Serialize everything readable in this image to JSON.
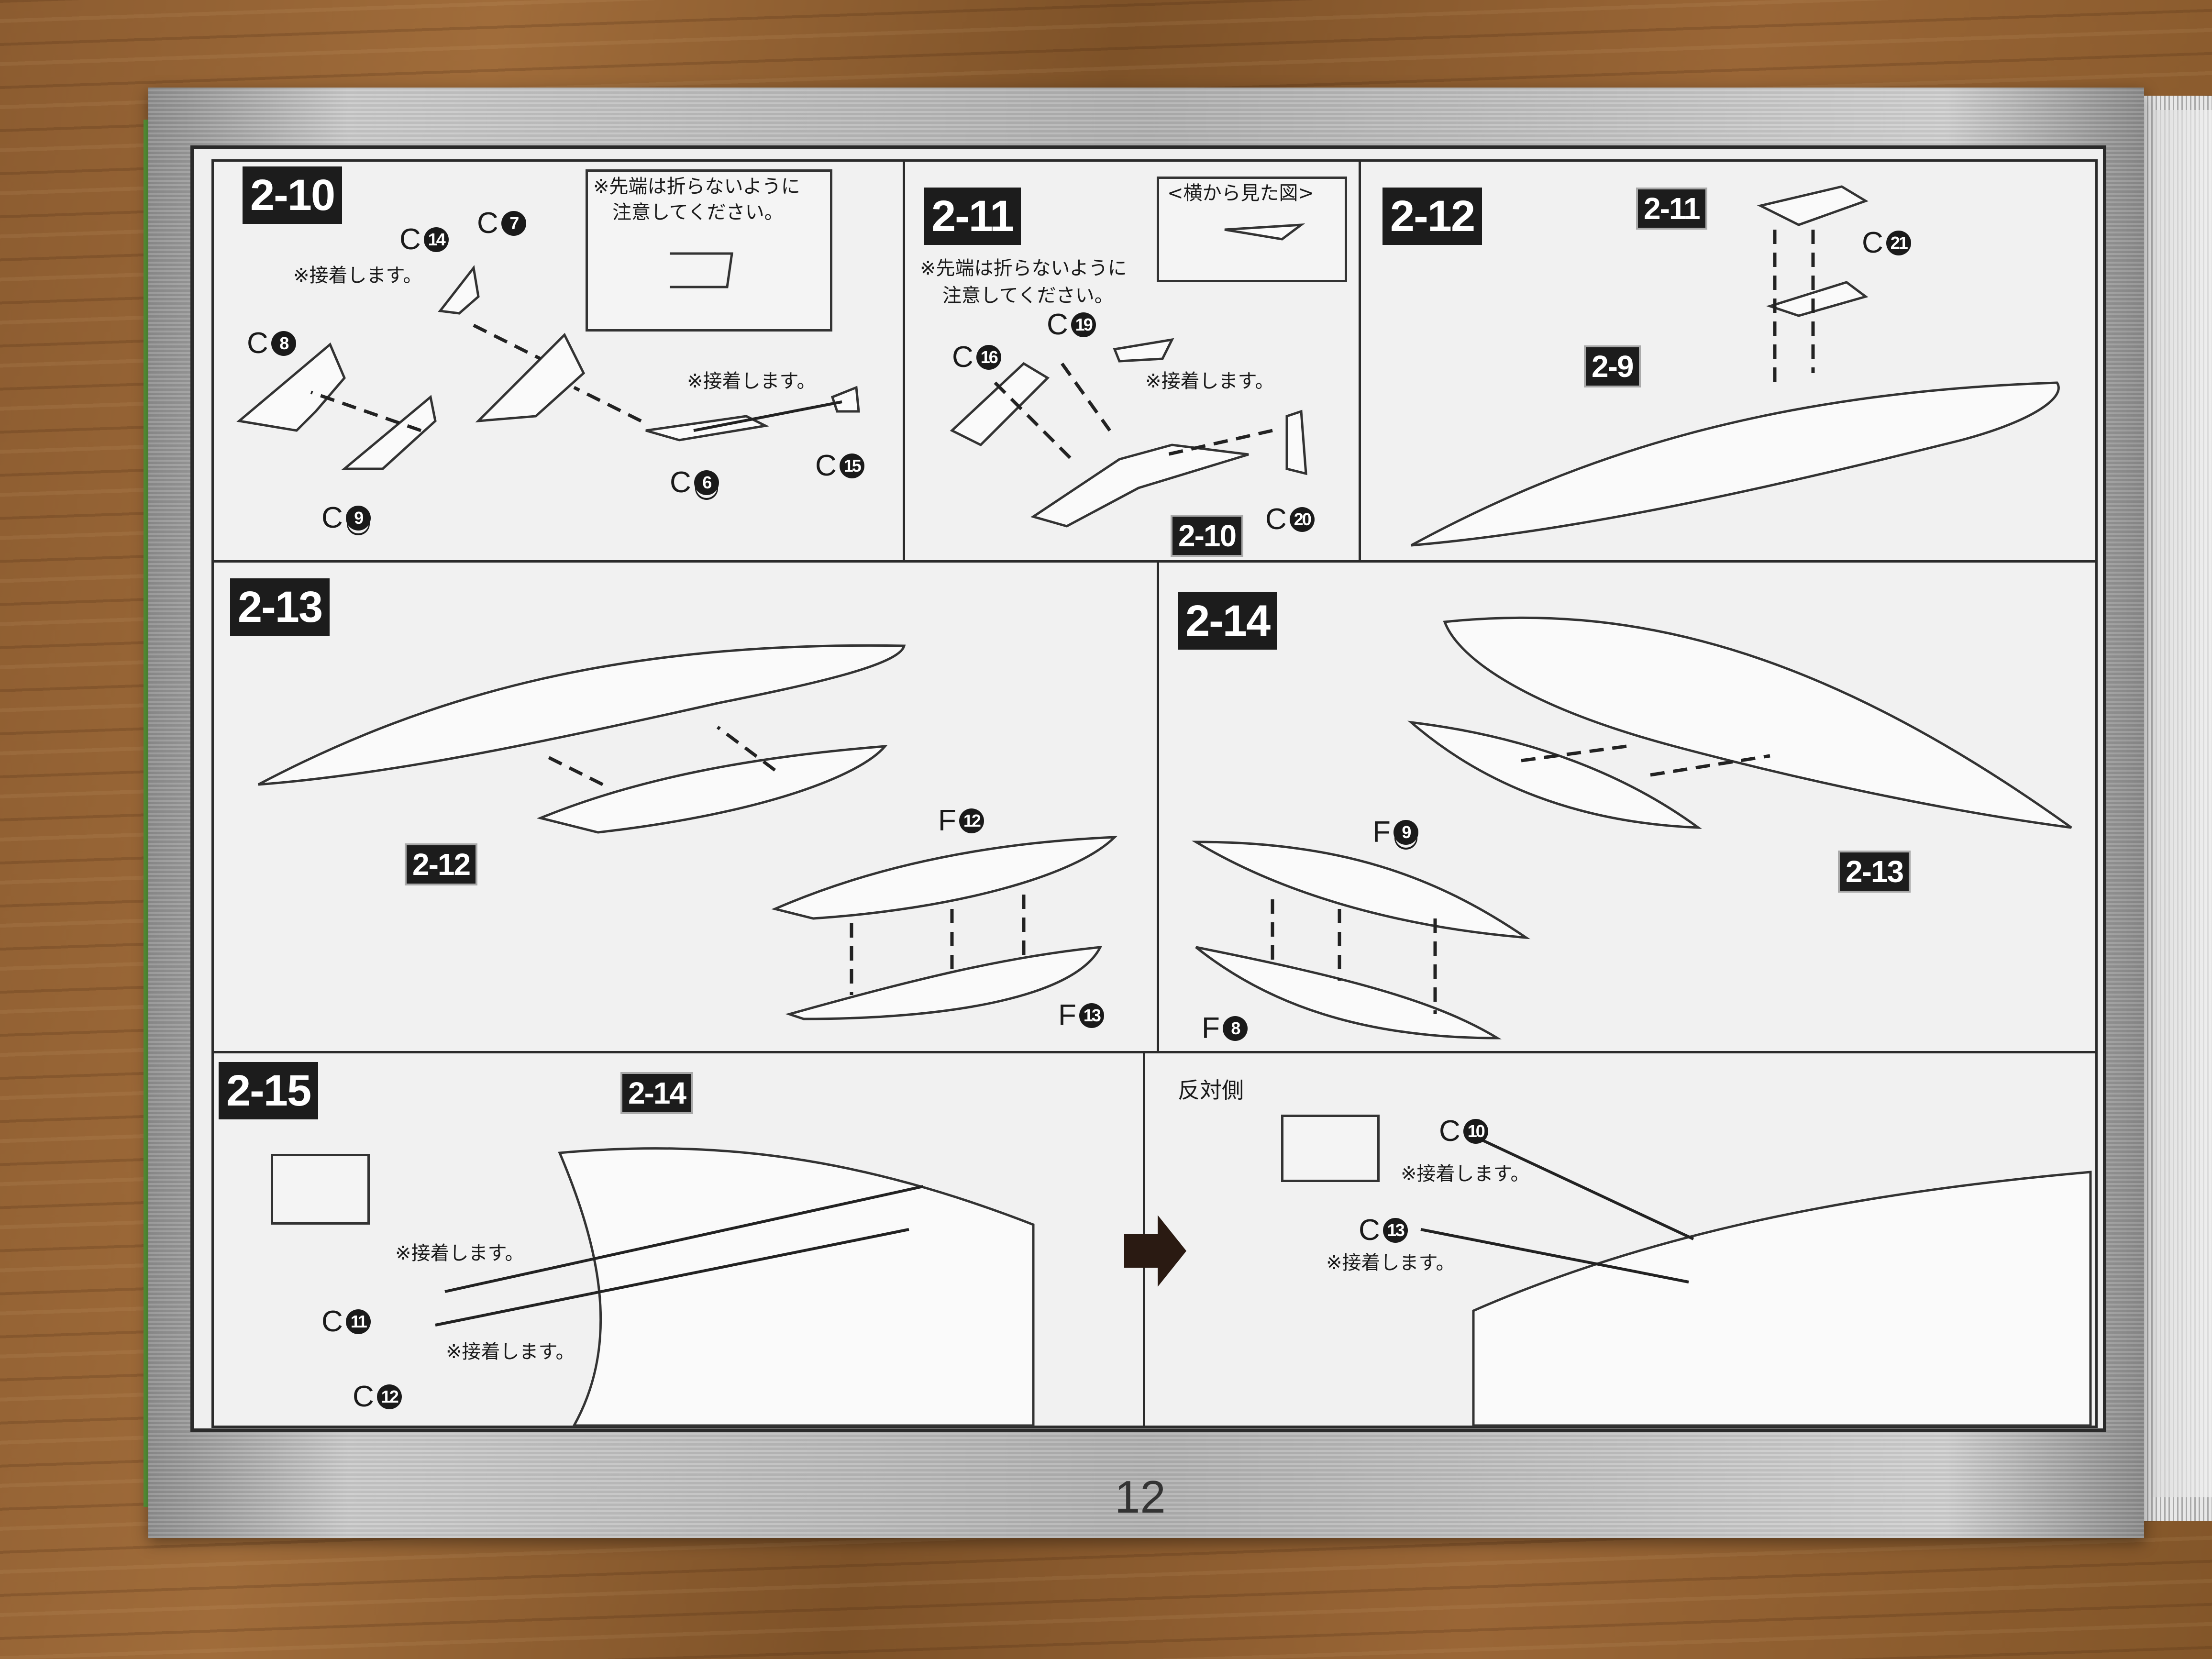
{
  "page_number": "12",
  "notes": {
    "glue": "※接着します。",
    "tip_line1": "※先端は折らないように",
    "tip_line2": "注意してください。",
    "side_view": "<横から見た図>",
    "opposite_side": "反対側"
  },
  "steps": {
    "s2_10": {
      "label": "2-10",
      "parts": [
        {
          "letter": "C",
          "num": "14"
        },
        {
          "letter": "C",
          "num": "7"
        },
        {
          "letter": "C",
          "num": "8"
        },
        {
          "letter": "C",
          "num": "6"
        },
        {
          "letter": "C",
          "num": "15"
        },
        {
          "letter": "C",
          "num": "9"
        }
      ]
    },
    "s2_11": {
      "label": "2-11",
      "ref": "2-10",
      "parts": [
        {
          "letter": "C",
          "num": "19"
        },
        {
          "letter": "C",
          "num": "16"
        },
        {
          "letter": "C",
          "num": "20"
        }
      ]
    },
    "s2_12": {
      "label": "2-12",
      "refs": [
        "2-11",
        "2-9"
      ],
      "parts": [
        {
          "letter": "C",
          "num": "21"
        }
      ]
    },
    "s2_13": {
      "label": "2-13",
      "ref": "2-12",
      "parts": [
        {
          "letter": "F",
          "num": "12"
        },
        {
          "letter": "F",
          "num": "13"
        }
      ]
    },
    "s2_14": {
      "label": "2-14",
      "ref": "2-13",
      "parts": [
        {
          "letter": "F",
          "num": "9"
        },
        {
          "letter": "F",
          "num": "8"
        }
      ]
    },
    "s2_15": {
      "label": "2-15",
      "ref": "2-14",
      "parts": [
        {
          "letter": "C",
          "num": "11"
        },
        {
          "letter": "C",
          "num": "12"
        },
        {
          "letter": "C",
          "num": "10"
        },
        {
          "letter": "C",
          "num": "13"
        }
      ]
    }
  }
}
